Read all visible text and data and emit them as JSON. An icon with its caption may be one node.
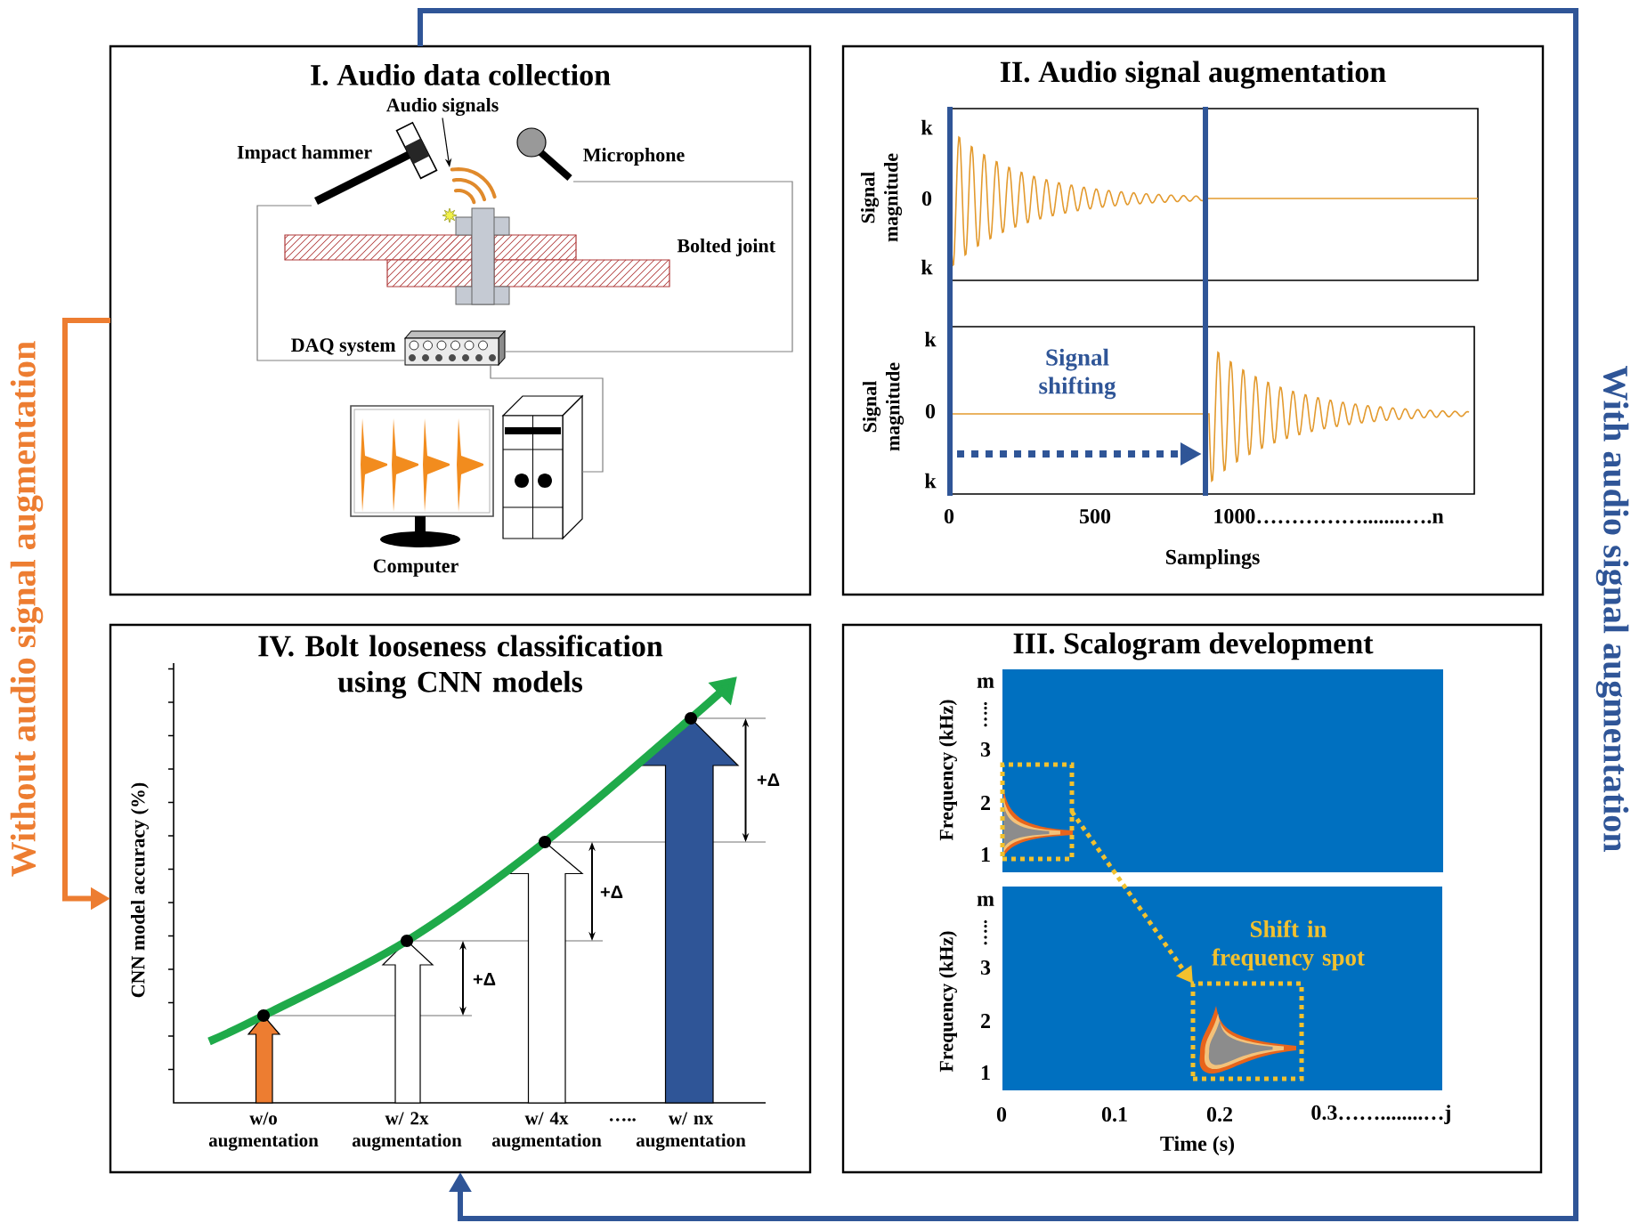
{
  "diagram": {
    "nodes": [
      {
        "text": [
          "I. Audio data collection"
        ]
      },
      {
        "text": [
          "II. Audio signal augmentation"
        ]
      },
      {
        "text": [
          "III. Scalogram development"
        ]
      },
      {
        "text": [
          "IV. Bolt looseness classification using CNN models"
        ]
      },
      {
        "text": [],
        "shape": "picture",
        "beside": [
          "Impact hammer"
        ],
        "in": 0
      },
      {
        "text": [],
        "shape": "picture",
        "beside": [
          "Microphone"
        ],
        "in": 0
      },
      {
        "text": [],
        "shape": "picture",
        "beside": [
          "Bolted joint"
        ],
        "in": 0
      },
      {
        "text": [],
        "shape": "picture",
        "beside": [
          "DAQ system"
        ],
        "in": 0
      },
      {
        "text": [],
        "shape": "picture",
        "beside": [
          "Computer"
        ],
        "in": 0
      },
      {
        "text": [
          "Audio signals"
        ],
        "in": 0
      },
      {
        "text": [],
        "shape": "picture",
        "in": 0
      },
      {
        "text": [],
        "shape": "box",
        "in": 2
      },
      {
        "text": [],
        "shape": "box",
        "in": 2
      }
    ],
    "edges": [
      {
        "from": 0,
        "to": 3,
        "arrow": "to",
        "style": "thick",
        "color": "#2f5597",
        "label": "With audio signal augmentation"
      },
      {
        "from": 0,
        "to": 3,
        "arrow": "to",
        "style": "thick",
        "color": "#ed7d31",
        "label": "Without audio signal augmentation"
      },
      {
        "from": 9,
        "to": 10,
        "arrow": "to",
        "color": "#000000"
      },
      {
        "from": 4,
        "to": 7,
        "arrow": "none",
        "color": "#808080"
      },
      {
        "from": 5,
        "to": 7,
        "arrow": "none",
        "color": "#808080"
      },
      {
        "from": 7,
        "to": 8,
        "arrow": "none",
        "color": "#808080"
      },
      {
        "from": 11,
        "to": 12,
        "arrow": "to",
        "style": "dashed",
        "color": "#f2c12e"
      }
    ],
    "labels": [
      "Signal magnitude",
      "k",
      "0",
      "k",
      "Signal magnitude",
      "k",
      "0",
      "k",
      "Signal shifting",
      "0",
      "500",
      "1000……………........….n",
      "Samplings",
      "CNN model accuracy (%)",
      "+Δ",
      "+Δ",
      "+Δ",
      "w/o augmentation",
      "w/ 2x augmentation",
      "w/ 4x augmentation",
      "…..",
      "w/ nx augmentation",
      "Frequency (kHz)",
      "m",
      "…..",
      "3",
      "2",
      "1",
      "Frequency (kHz)",
      "m",
      "…..",
      "3",
      "2",
      "1",
      "Shift in frequency spot",
      "0",
      "0.1",
      "0.2",
      "0.3……........…j",
      "Time (s)"
    ]
  }
}
